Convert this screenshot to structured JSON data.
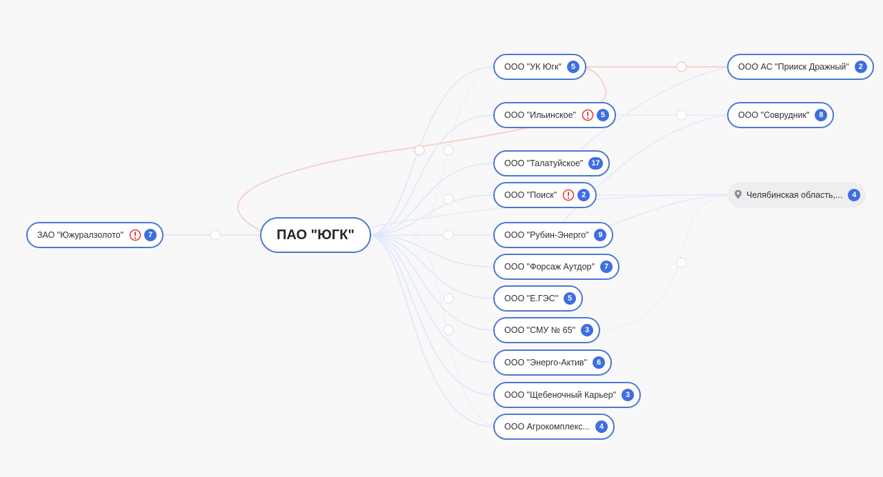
{
  "center": {
    "label": "ПАО \"ЮГК\""
  },
  "parent": {
    "label": "ЗАО \"Южуралзолото\"",
    "count": "7",
    "warning": true
  },
  "children": [
    {
      "label": "ООО \"УК Югк\"",
      "count": "5",
      "warning": false
    },
    {
      "label": "ООО \"Ильинское\"",
      "count": "5",
      "warning": true
    },
    {
      "label": "ООО \"Талатуйское\"",
      "count": "17",
      "warning": false
    },
    {
      "label": "ООО \"Поиск\"",
      "count": "2",
      "warning": true
    },
    {
      "label": "ООО \"Рубин-Энерго\"",
      "count": "9",
      "warning": false
    },
    {
      "label": "ООО \"Форсаж Аутдор\"",
      "count": "7",
      "warning": false
    },
    {
      "label": "ООО \"Е.ГЭС\"",
      "count": "5",
      "warning": false
    },
    {
      "label": "ООО \"СМУ № 65\"",
      "count": "3",
      "warning": false
    },
    {
      "label": "ООО \"Энерго-Актив\"",
      "count": "6",
      "warning": false
    },
    {
      "label": "ООО \"Щебеночный Карьер\"",
      "count": "3",
      "warning": false
    },
    {
      "label": "ООО Агрокомплекс...",
      "count": "4",
      "warning": false
    }
  ],
  "right_nodes": [
    {
      "label": "ООО АС \"Прииск Дражный\"",
      "count": "2"
    },
    {
      "label": "ООО \"Соврудник\"",
      "count": "8"
    }
  ],
  "location": {
    "label": "Челябинская область,...",
    "count": "4",
    "icon": "location-pin-icon"
  },
  "colors": {
    "node_border": "#4a77d4",
    "badge": "#3e6fe0",
    "warning": "#e0413a",
    "edge_blue": "#dde7fb",
    "edge_red": "#f8d2c8",
    "background": "#f8f8f9"
  }
}
